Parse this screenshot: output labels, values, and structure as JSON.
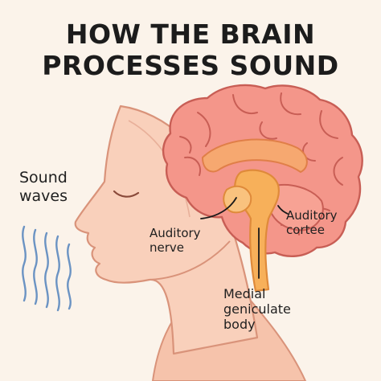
{
  "title": {
    "line1": "HOW THE BRAIN",
    "line2": "PROCESSES SOUND"
  },
  "labels": {
    "sound_waves": [
      "Sound",
      "waves"
    ],
    "auditory_nerve": [
      "Auditory",
      "nerve"
    ],
    "auditory_cortex": [
      "Auditory",
      "cortee"
    ],
    "medial_geniculate_body": [
      "Medial",
      "geniculate",
      "body"
    ]
  },
  "colors": {
    "background": "#fbf3ea",
    "skin": "#f9d0bb",
    "skin_outline": "#d9937a",
    "brain": "#f4968a",
    "brain_outline": "#c85e55",
    "brainstem": "#f7b05a",
    "brainstem_outline": "#df8a3a",
    "sound_wave": "#6b93c3",
    "text": "#1f1f1f"
  }
}
